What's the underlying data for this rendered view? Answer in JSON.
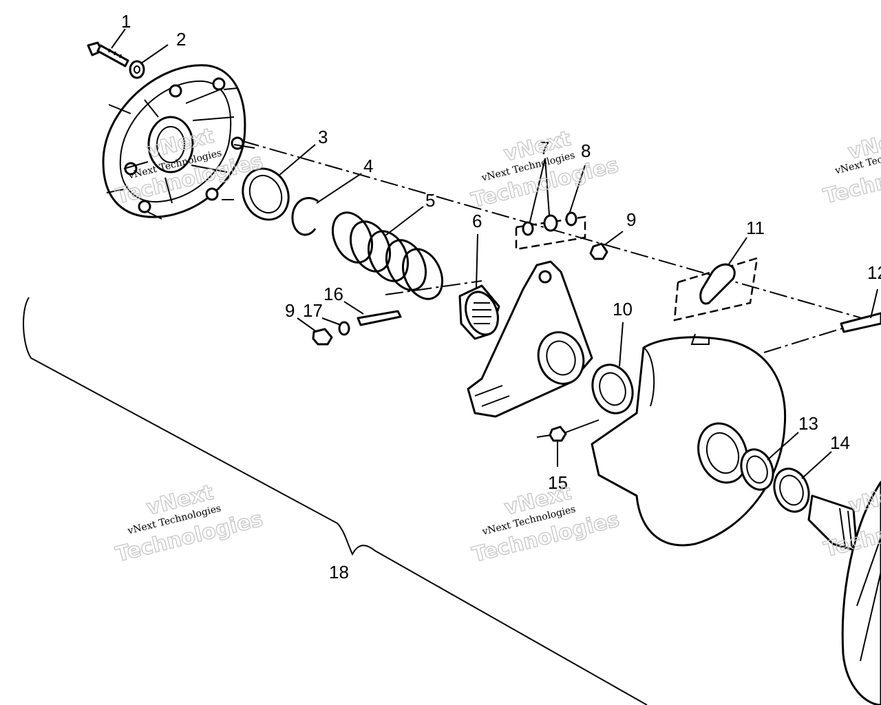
{
  "callouts": {
    "c1": "1",
    "c2": "2",
    "c3": "3",
    "c4": "4",
    "c5": "5",
    "c6": "6",
    "c7": "7",
    "c8": "8",
    "c9a": "9",
    "c9b": "9",
    "c10": "10",
    "c11": "11",
    "c12": "12",
    "c13": "13",
    "c14": "14",
    "c15": "15",
    "c16": "16",
    "c17": "17",
    "c18": "18"
  },
  "watermark": {
    "line1": "vNext Technologies",
    "line2": "Technologies",
    "line3": "vNext"
  }
}
